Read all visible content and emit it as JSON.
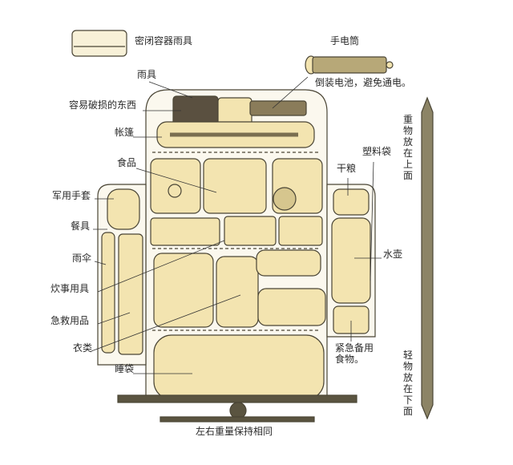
{
  "labels": {
    "sealed_container": "密闭容器雨具",
    "flashlight": "手电筒",
    "flashlight_note": "倒装电池，避免通电。",
    "rain_gear": "雨具",
    "fragile": "容易破损的东西",
    "tent": "帐篷",
    "food": "食品",
    "plastic_bag": "塑料袋",
    "dry_food": "干粮",
    "gloves": "军用手套",
    "tableware": "餐具",
    "umbrella": "雨伞",
    "water_bottle": "水壶",
    "cookware": "炊事用具",
    "first_aid": "急救用品",
    "clothes": "衣类",
    "emergency_food_1": "紧急备用",
    "emergency_food_2": "食物。",
    "sleeping_bag": "睡袋",
    "heavy_top": "重物放在上面",
    "light_bottom": "轻物放在下面",
    "balance": "左右重量保持相同"
  },
  "colors": {
    "fill": "#f3e4b0",
    "ink": "#4a4535",
    "pole": "#8c8466"
  }
}
